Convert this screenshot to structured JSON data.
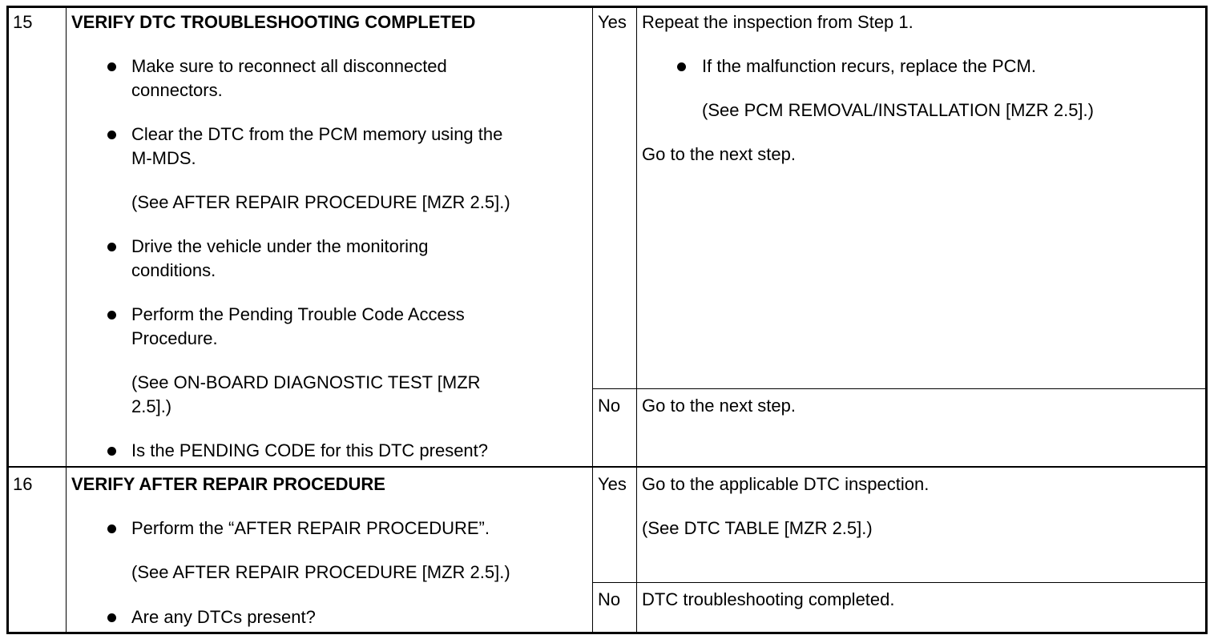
{
  "rows": [
    {
      "step": "15",
      "title": "VERIFY DTC TROUBLESHOOTING COMPLETED",
      "bullets": [
        {
          "line1": "Make sure to reconnect all disconnected",
          "line2": "connectors."
        },
        {
          "line1": "Clear the DTC from the PCM memory using the",
          "line2": "M-MDS.",
          "ref": "(See AFTER REPAIR PROCEDURE [MZR 2.5].)"
        },
        {
          "line1": "Drive the vehicle under the monitoring",
          "line2": "conditions."
        },
        {
          "line1": "Perform the Pending Trouble Code Access",
          "line2": "Procedure.",
          "ref1": "(See ON-BOARD DIAGNOSTIC TEST [MZR",
          "ref2": "2.5].)"
        },
        {
          "line1": "Is the PENDING CODE for this DTC present?"
        }
      ],
      "yes_label": "Yes",
      "yes_action": "Repeat the inspection from Step 1.",
      "yes_bullet": "If the malfunction recurs, replace the PCM.",
      "yes_ref": "(See PCM REMOVAL/INSTALLATION [MZR 2.5].)",
      "yes_next": "Go to the next step.",
      "no_label": "No",
      "no_action": "Go to the next step."
    },
    {
      "step": "16",
      "title": "VERIFY AFTER REPAIR PROCEDURE",
      "bullets": [
        {
          "line1": "Perform the “AFTER REPAIR PROCEDURE”.",
          "ref": "(See AFTER REPAIR PROCEDURE [MZR 2.5].)"
        },
        {
          "line1": "Are any DTCs present?"
        }
      ],
      "yes_label": "Yes",
      "yes_action": "Go to the applicable DTC inspection.",
      "yes_ref": "(See DTC TABLE [MZR 2.5].)",
      "no_label": "No",
      "no_action": "DTC troubleshooting completed."
    }
  ]
}
